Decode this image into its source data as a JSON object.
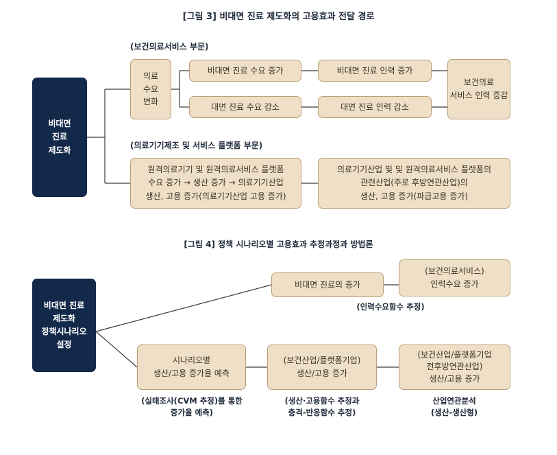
{
  "figure3": {
    "title": "[그림 3] 비대면 진료 제도화의 고용효과 전달 경로",
    "source_box": [
      "비대면",
      "진료",
      "제도화"
    ],
    "section1_label": "(보건의료서비스 부문)",
    "demand_change": [
      "의료",
      "수요",
      "변화"
    ],
    "row1_a": "비대면 진료 수요 증가",
    "row1_b": "비대면 진료 인력 증가",
    "row2_a": "대면 진료 수요 감소",
    "row2_b": "대면 진료 인력 감소",
    "result1": [
      "보건의료",
      "서비스 인력 증감"
    ],
    "section2_label": "(의료기기제조 및 서비스 플랫폼 부문)",
    "platform_left": [
      "원격의료기기 및 원격의료서비스 플랫폼",
      "수요 증가 → 생산 증가 → 의료기기산업",
      "생산, 고용 증가(의료기기산업 고용 증가)"
    ],
    "platform_right": [
      "의료기기산업 및 및 원격의료서비스 플랫폼의",
      "관련산업(주로 후방연관산업)의",
      "생산, 고용 증가(파급고용 증가)"
    ]
  },
  "figure4": {
    "title": "[그림 4] 정책 시나리오별 고용효과 추정과정과 방법론",
    "source_box": [
      "비대면 진료",
      "제도화",
      "정책시나리오",
      "설정"
    ],
    "top_mid": "비대면 진료의 증가",
    "top_right": [
      "(보건의료서비스)",
      "인력수요 증가"
    ],
    "top_caption": "(인력수요함수 추정)",
    "bottom_1": [
      "시나리오별",
      "생산/고용 증가율 예측"
    ],
    "bottom_2": [
      "(보건산업/플랫폼기업)",
      "생산/고용 증가"
    ],
    "bottom_3": [
      "(보건산업/플랫폼기업",
      "전후방연관산업)",
      "생산/고용 증가"
    ],
    "caption_1": [
      "(실태조사(CVM 추정)를 통한",
      "증가율 예측)"
    ],
    "caption_2": [
      "(생산·고용함수 추정과",
      "충격-반응함수 추정)"
    ],
    "caption_3": [
      "산업연관분석",
      "(생산-생산형)"
    ]
  },
  "colors": {
    "navy": "#13294a",
    "beige": "#eedfc6",
    "border": "#b89f78"
  }
}
